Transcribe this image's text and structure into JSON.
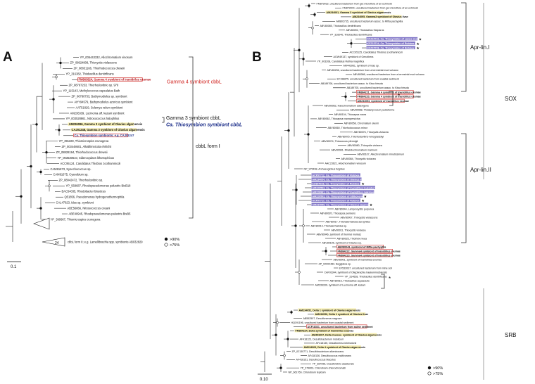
{
  "panelA": {
    "label": "A",
    "leaves": [
      "YP_005443332, Allochromatium vinosum",
      "ZP_08924808, Thiocystis violascens",
      "ZP_08831166, Thiorhodococcus drewsii",
      "YP_316382, Thiobacillus denitrificans",
      "FM863824, Gamma 4 symbiont of Inanidrilus exumae",
      "ZP_08797253, Thiorhodovibrio sp. 970",
      "YP_115143, Methylococcus capsulatus Bath",
      "ZP_06780733, Bathymodiolus sp. symbiont",
      "AHY94579, Bathymodiolus azoricus symbiont",
      "AAT51829, Solemya velum symbiont",
      "AM236339, Lucinoma aff. kazani symbiont",
      "YP_003528861, Nitrosococcus halophilus",
      "AM236096, Gamma 3 symbiont of Olavius algarvensis",
      "CAJ01248, Gamma 3 symbiont of Olavius algarvensis",
      "Ca. Thiosymbion symbionts; e.g. CAJ01247",
      "YP_391108, Thiomicrospira crunogena",
      "ZP_003448601, Alkalilimnicola ehrlichii",
      "ZP_08828194, Thiorhodococcus drewsii",
      "YP_003530610, Sideroxydans lithotrophicus",
      "ACC95124, Candidatus Thiobios zoothamnicoli",
      "CAM91673, Synechococcus sp.",
      "CAM91675, Cyanobium sp.",
      "ZP_08942472, Thiorhodovibrio sp.",
      "YP_568687, Rhodopseudomonas palustris BisB18",
      "BAC54035, Rhodobacter blasticus",
      "Q51856, Pseudomonas hydrogenothermophila",
      "CAL47023, Idas sp. symbiont",
      "ABE56866, Nitrosococcus oceani",
      "ABE40945, Rhodopseudomonas palustris BisB5",
      "YP_390867, Thiomicrospira crunogena",
      "cbbL form II; e.g. Lamellibrachia spp. symbionts AB032829"
    ],
    "gamma4_label": "Gamma 4 symbiont cbbL",
    "gamma3_label": "Gamma 3 symbiont cbbL",
    "thiosymbion_label": "Ca. Thiosymbion symbiont cbbL",
    "form_label": "cbbL form I",
    "collapsed_count": "24",
    "legend": [
      ">90%",
      ">75%"
    ],
    "scale": "0.1"
  },
  "panelB": {
    "label": "B",
    "scale": "0.10",
    "legend": [
      ">90%",
      ">75%"
    ],
    "groups": [
      "Apr-lin.I",
      "SOX",
      "Apr-lin.II",
      "SRB"
    ],
    "leaves": [
      "FM879032, uncultured bacterium from gut microflora of an echinoid",
      "FM879004, uncultured bacterium from gut microflora of an echinoid",
      "AM234061, Gamma 3 symbiont of Olavius algarvensis",
      "AM234095, Gamma3 symbiont of Olavius ilvae",
      "AM802735, uncultured bacterium assoc. to Riftia pachyptila",
      "ABV80085, Thiobacillus denitrificans",
      "ABV80092, Thiobacillus thioparus",
      "YP_316040, Thiobacillus denitrificans",
      "KFZ15722, Ca. Thiosymbion of Laxus oneistus",
      "KFZ15724, Ca. Thiosymbion of Robbea sp. 2",
      "KFZ15728, Ca. Thiosymbion of Robbea sp. 1",
      "ACC95125, Candidatus Thiobios zoothamnicoli",
      "AGW49137, symbiont of Oenothera",
      "YP_903208, Candidatus Ruthia magnifica",
      "AM443961, symbiont of Idas sp.",
      "ABV80236, uncultured bacterium from a terrestrial mud volcano",
      "ABV80086, uncultured bacterium from a terrestrial mud volcano",
      "EF198875, uncultured bacterium from coastal sediment",
      "AB189706, uncultured bacterium assoc. to Kiwa hirsuta",
      "AB189705, uncultured bacterium assoc. to Kiwa hirsuta",
      "FM864221, Gamma 4 symbiont of Inanidrilus exumae",
      "FM864220, Gamma 4 symbiont of Inanidrilus exumae",
      "AM234053, symbiont of Inanidrilus exumae",
      "ABV80052, Halochromatium salexigens",
      "ABV80088, Thiolamprovum pedioforme",
      "ABV80104, Thiocapsa rosea",
      "ABV80062, Thiocapsa roseopersicina",
      "ABV80058, Chromatium okenii",
      "ABV80060, Thiorhodococcus minor",
      "ABV80076, Thiocystis violacea",
      "ABV80075, Thiorhodovibrio winogradskyi",
      "ABV80074, Thiococcus pfennigii",
      "ABV80080, Thiocystis violacea",
      "ABV80081, Rhabdochromatium marinum",
      "ABV80107, Allochromatium minutissimum",
      "ABV80084, Thiocystis violacea",
      "AAC23621, Allochromatium vinosum",
      "NP_975498, Archaeoglobus fulgidus",
      "ACF57722, Ca. Thiosymbion of Robbea sp. 2",
      "AM234054, Ca. Thiosymbion of Olavius ilvae",
      "EU864028, Ca. Thiosymbion of Robbea sp. 1",
      "AM229593, Ca. Thiosymbion of Inanidrilus leukodermatus",
      "AM228981, Ca. Thiosymbion of Inanidrilus makropetalos",
      "AM229593, Ca. Thiosymbion of Stilbonema sp.",
      "ACF57727, Ca. Thiosymbion of Robbea sp. 3",
      "AM234059, Ca. Thiosymbion of Olavius algarvensis",
      "ABV80044, Lamprocystis purpurea",
      "ABV80020, Thiocapsa pendens",
      "ABV80007, Thiocystis violascens",
      "ABV80017, Thiohalorhabdus aerophilus",
      "ABV80013, Thiohalorhabdus sp.",
      "ABV80011, Thiocystis violacea",
      "ABV80046, symbiont of thermal mollusc",
      "ABV80025, Thiothrix nivea",
      "ABV80105, symbiont of Olavius sp.",
      "ABV80043, symbiont of Riftia pachyptila",
      "FM864222, Gamma4 symbiont of Inanidrilus exumae",
      "FM864223, Gamma4 symbiont of Inanidrilus exumae",
      "ABV80001, symbiont of Inanidrilus exumae",
      "ZP_02002482, Beggiatoa sp.",
      "EF533037, uncultured bacterium from mine soil",
      "CAF03344, symbiont of Oligobrachia haakonmosbiensis",
      "YP_314638, Thiobacillus denitrificans",
      "ABV80016, Thiobacillus aquaesulis",
      "AM236339, symbiont of Lucinoma aff. kazani",
      "AM234052, Delta 1 symbiont of Olavius algarvensis",
      "AM234096, Delta 1 symbiont of Olavius ilvae",
      "AB552507, Desulfonema magnum",
      "HQ191196, uncultured bacterium from coastal sediment",
      "ACF18331, uncultured bacterium from saline sediment",
      "FM864224, Delta symbiont of Inanidrilus exumae",
      "AM403207, Delta 3 assoc. symbiont of Olavius algarvensis",
      "AF418123, Desulfobacterium indolicum",
      "AF418135, Desulfonema ishimotonii",
      "AM234063, Delta 4 symbiont of Olavius algarvensis",
      "ZP_02130771, Desulfobacterium alkenivorans",
      "AF418136, Desulfococcus multivorans",
      "AF418151, Desulfococcus biacutus",
      "YP_387996, Desulfovibrio alaskensis",
      "YP_379603, Chlorobium chlorochromatii",
      "NP_661769, Chlorobium tepidum"
    ]
  },
  "colors": {
    "red_box": "#d0231f",
    "yellow_hl": "#f7efb4",
    "purple_hl": "#7f74c6",
    "line": "#111111"
  },
  "chart_data": []
}
